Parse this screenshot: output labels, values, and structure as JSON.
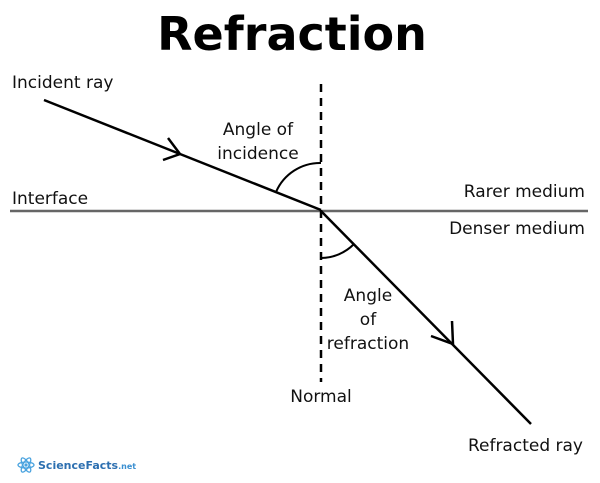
{
  "title": "Refraction",
  "labels": {
    "incident_ray": "Incident ray",
    "angle_of_incidence_line1": "Angle of",
    "angle_of_incidence_line2": "incidence",
    "interface": "Interface",
    "rarer_medium": "Rarer medium",
    "denser_medium": "Denser medium",
    "angle_of_refraction_line1": "Angle",
    "angle_of_refraction_line2": "of",
    "angle_of_refraction_line3": "refraction",
    "normal": "Normal",
    "refracted_ray": "Refracted ray"
  },
  "logo": {
    "brand": "ScienceFacts",
    "suffix": ".net"
  },
  "colors": {
    "ray": "#000000",
    "interface": "#666666",
    "text": "#111111",
    "logo_science": "#3a8fd1",
    "logo_facts": "#2c6fb0",
    "logo_icon": "#4aa3df"
  }
}
